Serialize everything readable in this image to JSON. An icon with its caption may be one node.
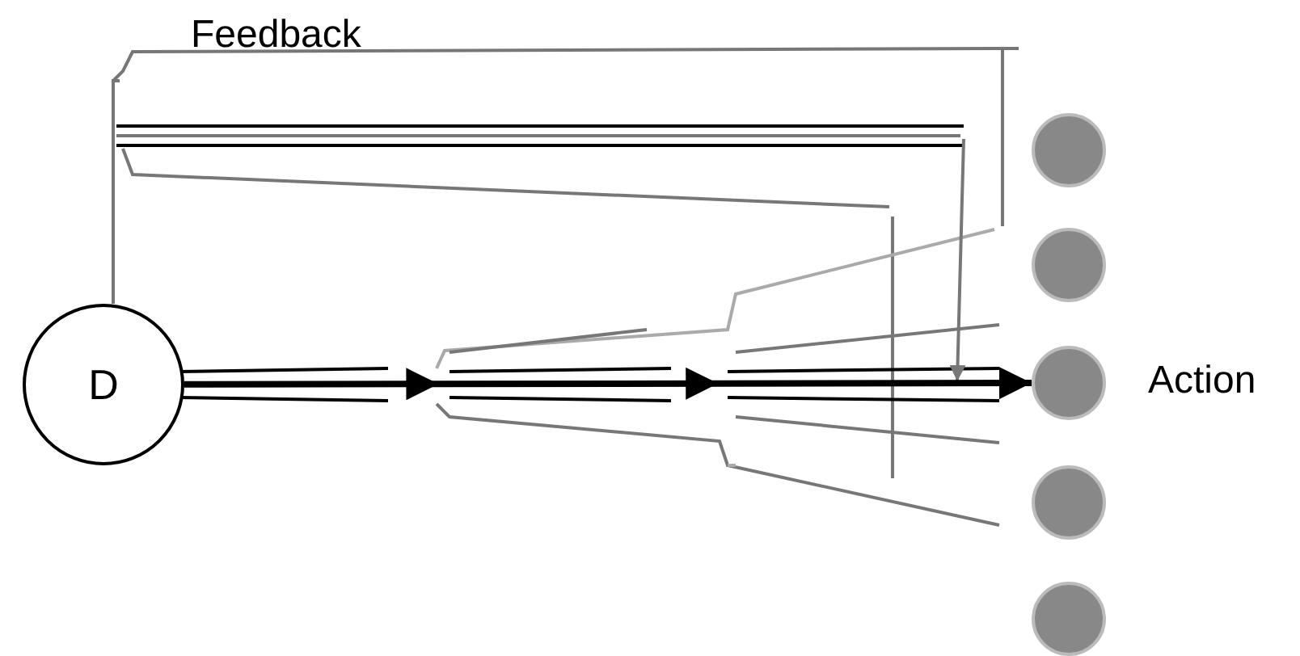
{
  "diagram": {
    "nodes": [
      {
        "text": [
          "D"
        ]
      },
      {
        "text": [],
        "shape": "circle"
      },
      {
        "text": [],
        "shape": "circle"
      },
      {
        "text": [],
        "shape": "circle",
        "beside": [
          "Action"
        ]
      },
      {
        "text": [],
        "shape": "circle"
      },
      {
        "text": [],
        "shape": "circle"
      }
    ],
    "edges": [
      {
        "from": 0,
        "to": 3,
        "arrow": "to"
      }
    ],
    "labels": [
      "Feedback"
    ]
  }
}
